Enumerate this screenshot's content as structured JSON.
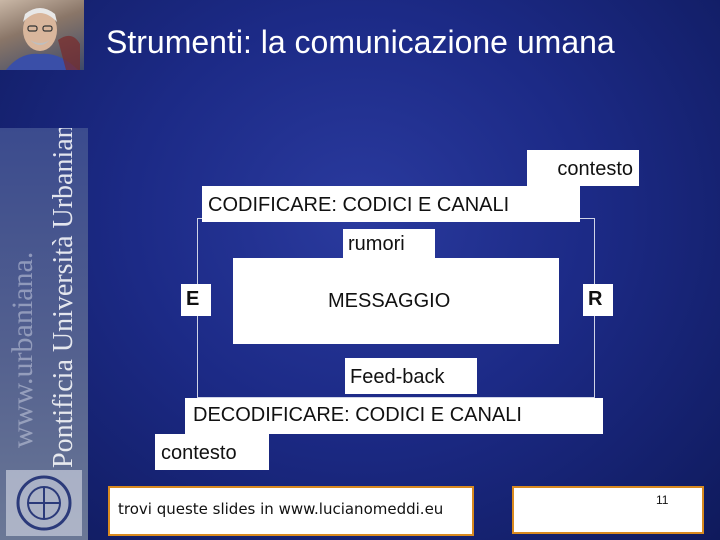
{
  "header": {
    "title": "Strumenti: la comunicazione umana"
  },
  "sidebar": {
    "watermark_url": "www.urbaniana.",
    "university_name": "Pontificia Università Urbaniana"
  },
  "diagram": {
    "context_top": "contesto",
    "encode_label": "CODIFICARE: CODICI E CANALI",
    "noise_label": "rumori",
    "sender_label": "E",
    "message_label": "MESSAGGIO",
    "receiver_label": "R",
    "feedback_label": "Feed-back",
    "decode_label": "DECODIFICARE: CODICI E CANALI",
    "context_bottom": "contesto"
  },
  "footer": {
    "slides_note": "trovi queste slides in www.lucianomeddi.eu",
    "page_number": "11"
  },
  "colors": {
    "background": "#1c2a86",
    "footer_border": "#d98a1f"
  }
}
